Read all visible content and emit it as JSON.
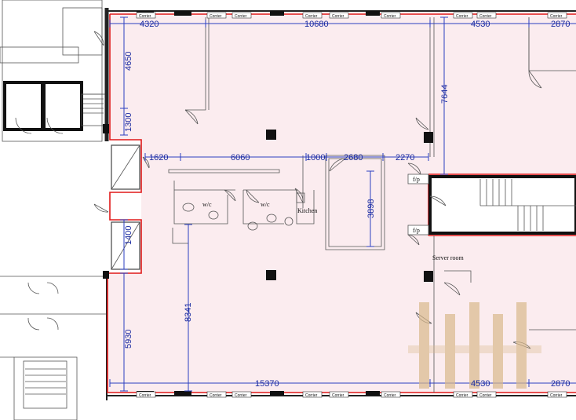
{
  "dimensions": {
    "top": [
      "4320",
      "10680",
      "4530",
      "2870"
    ],
    "mid_row": [
      "1620",
      "6060",
      "1000",
      "2680",
      "2270"
    ],
    "bottom": [
      "15370",
      "4530",
      "2870"
    ],
    "left": [
      "4650",
      "1300",
      "1400",
      "5930"
    ],
    "inner": [
      "8341",
      "3898",
      "7644"
    ]
  },
  "room_labels": {
    "wc_1": "w/c",
    "wc_2": "w/c",
    "kitchen": "Kitchen",
    "fp_top": "f/p",
    "fp_bottom": "f/p",
    "server_room": "Server room"
  },
  "corridor_label": "Corrier",
  "colors": {
    "floor_fill": "#fbecef",
    "boundary": "#e01818",
    "dimension": "#2b3fc0",
    "wall": "#222222",
    "watermark": "#d9b98c"
  },
  "icons": [
    "door-swing-icon",
    "stair-icon",
    "toilet-icon",
    "column-icon",
    "watermark-logo"
  ]
}
